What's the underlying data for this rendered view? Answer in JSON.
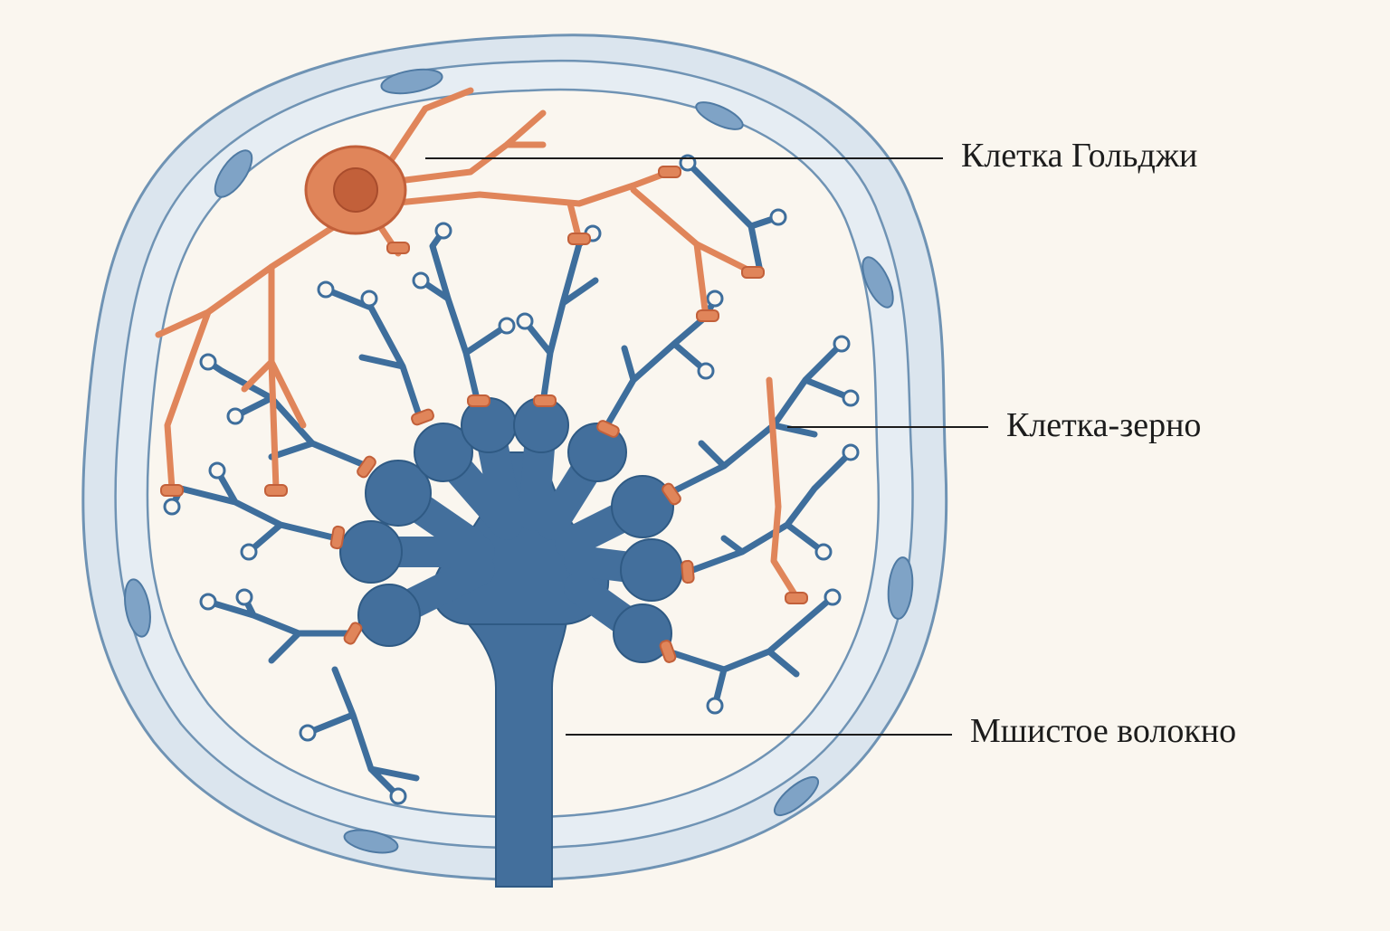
{
  "labels": {
    "golgi_cell": "Клетка Гольджи",
    "granule_cell": "Клетка-зерно",
    "mossy_fiber": "Мшистое волокно"
  },
  "colors": {
    "background": "#faf6ef",
    "glia_sheath_fill": "#dbe5ee",
    "glia_sheath_stroke": "#6f93b4",
    "glia_nucleus": "#7fa3c6",
    "granule_dendrites": "#3e6e9c",
    "mossy_fiber": "#436f9c",
    "golgi_cell": "#e0855a",
    "golgi_nucleus": "#c2603a",
    "synapse": "#e0855a",
    "leader_line": "#1c1c1c"
  }
}
